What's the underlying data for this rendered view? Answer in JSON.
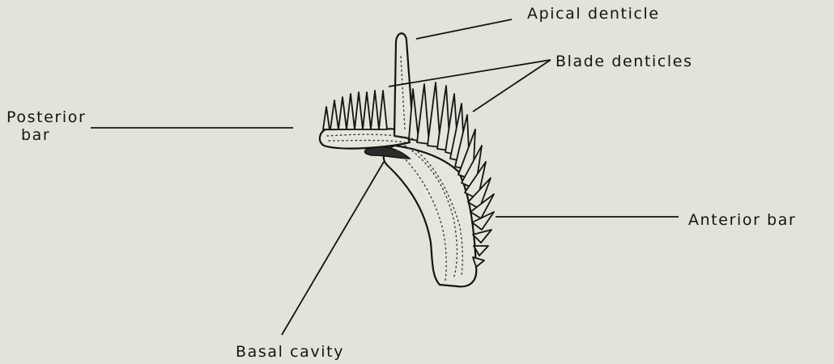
{
  "labels": {
    "apical_denticle": "Apical denticle",
    "blade_denticles": "Blade denticles",
    "posterior_bar_line1": "Posterior",
    "posterior_bar_line2": "bar",
    "anterior_bar": "Anterior bar",
    "basal_cavity": "Basal cavity"
  },
  "colors": {
    "background": "#e3e3d9",
    "ink": "#141414"
  }
}
